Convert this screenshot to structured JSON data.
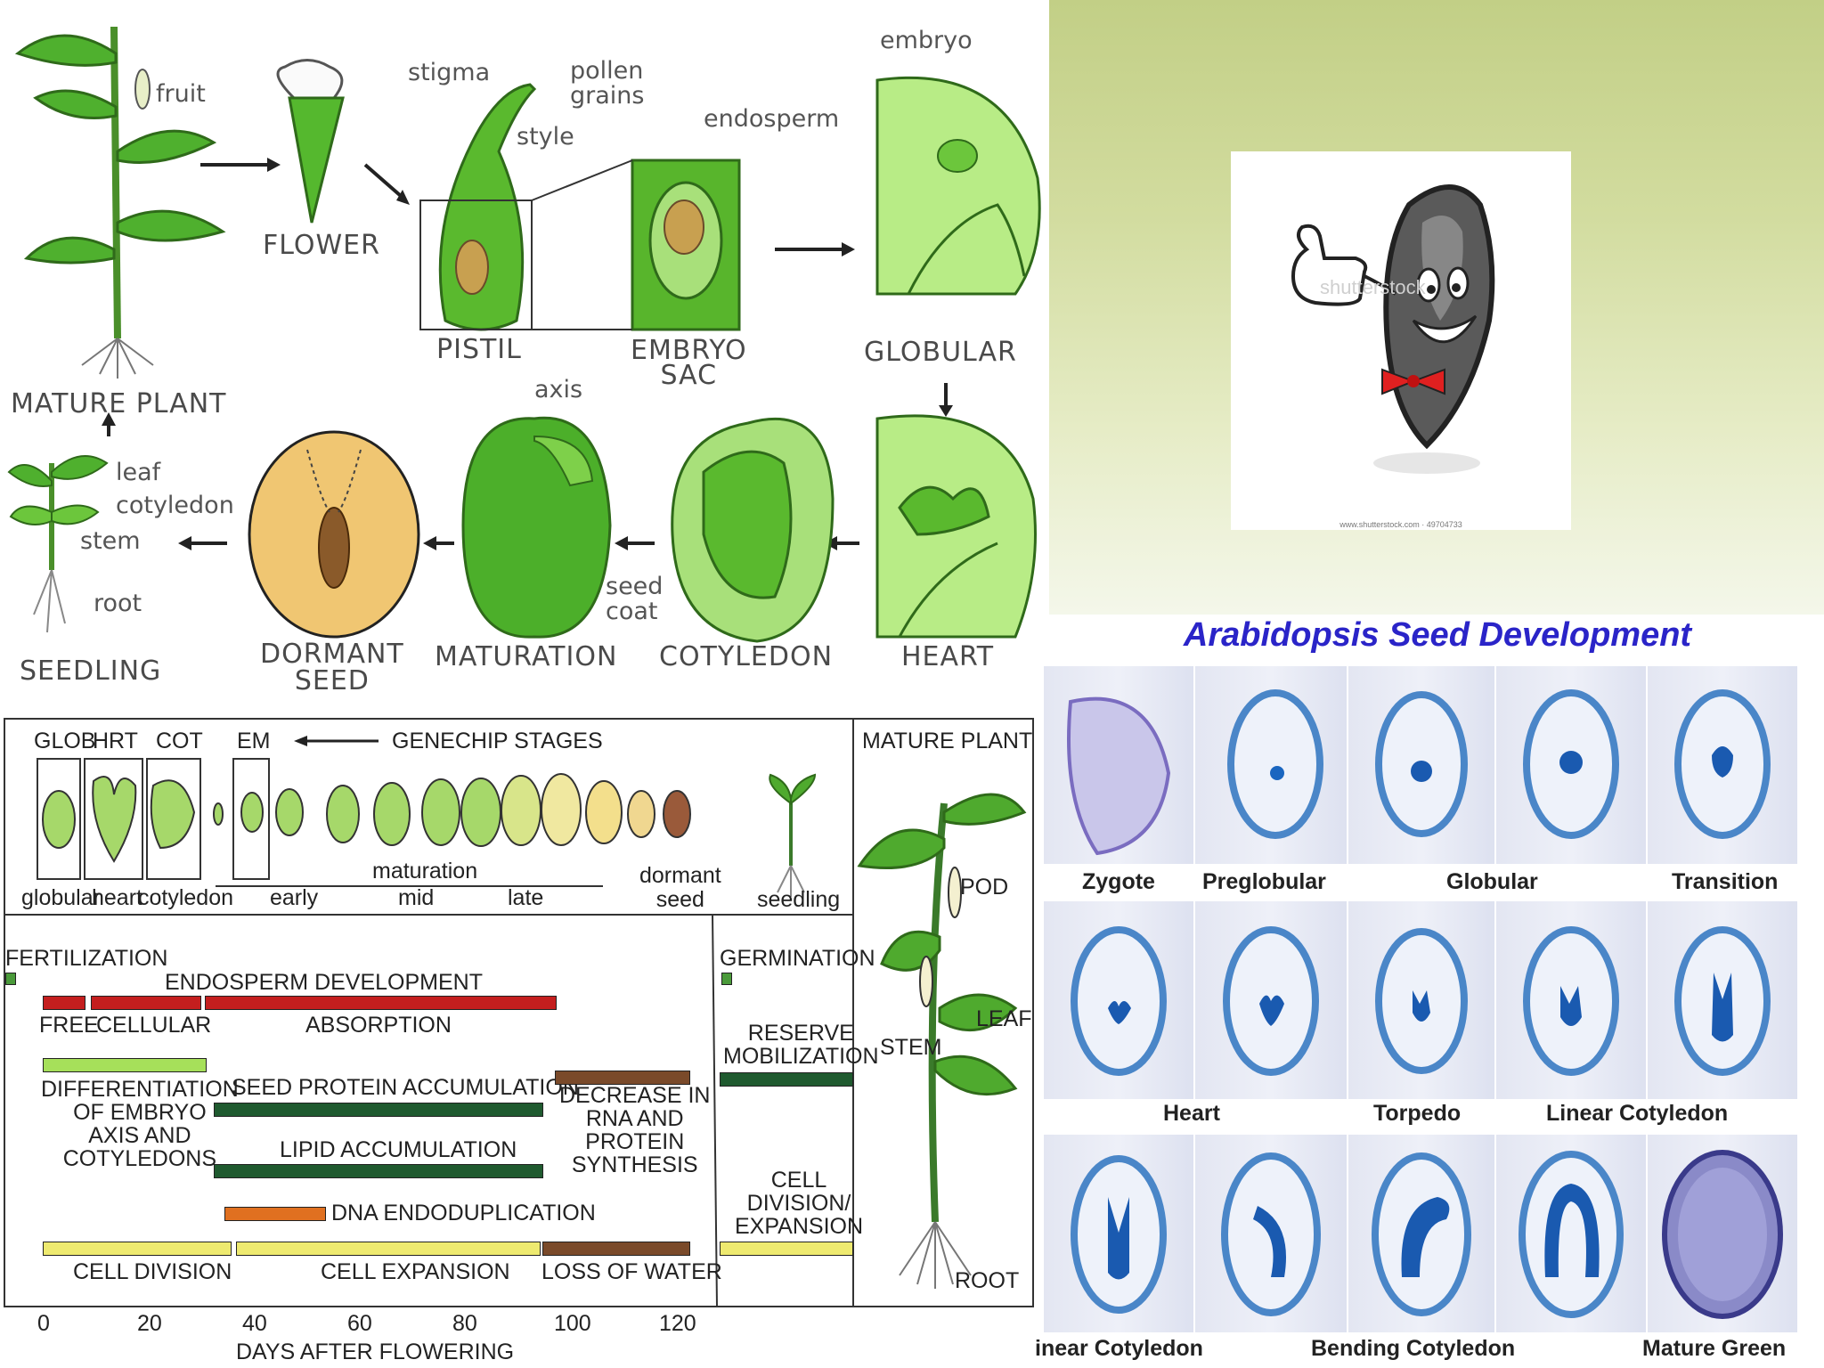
{
  "lifecycle": {
    "labels": {
      "fruit": "fruit",
      "flower": "FLOWER",
      "stigma": "stigma",
      "pollen": "pollen\ngrains",
      "style": "style",
      "pistil": "PISTIL",
      "embryo_sac": "EMBRYO\nSAC",
      "embryo": "embryo",
      "endosperm": "endosperm",
      "globular": "GLOBULAR",
      "mature_plant": "MATURE PLANT",
      "heart": "HEART",
      "cotyledon_stage": "COTYLEDON",
      "seed_coat": "seed\ncoat",
      "axis": "axis",
      "maturation": "MATURATION",
      "dormant_seed": "DORMANT\nSEED",
      "leaf": "leaf",
      "cotyledon": "cotyledon",
      "stem": "stem",
      "root": "root",
      "seedling": "SEEDLING"
    }
  },
  "timeline": {
    "header": {
      "glob": "GLOB",
      "hrt": "HRT",
      "cot": "COT",
      "em": "EM",
      "genechip": "GENECHIP STAGES",
      "maturation": "maturation",
      "globular": "globular",
      "heart": "heart",
      "cotyledon": "cotyledon",
      "early": "early",
      "mid": "mid",
      "late": "late",
      "dormant_seed": "dormant\nseed",
      "seedling": "seedling",
      "mature_plant": "MATURE PLANT"
    },
    "processes": {
      "fertilization": "FERTILIZATION",
      "endosperm_dev": "ENDOSPERM DEVELOPMENT",
      "free": "FREE",
      "cellular": "CELLULAR",
      "absorption": "ABSORPTION",
      "differentiation": "DIFFERENTIATION\nOF EMBRYO\nAXIS AND\nCOTYLEDONS",
      "seed_protein": "SEED PROTEIN ACCUMULATION",
      "decrease_rna": "DECREASE IN\nRNA AND\nPROTEIN\nSYNTHESIS",
      "lipid": "LIPID ACCUMULATION",
      "dna_endo": "DNA ENDODUPLICATION",
      "cell_division": "CELL DIVISION",
      "cell_expansion": "CELL EXPANSION",
      "loss_water": "LOSS OF WATER",
      "germination": "GERMINATION",
      "reserve_mob": "RESERVE\nMOBILIZATION",
      "cell_div_exp": "CELL\nDIVISION/\nEXPANSION",
      "stem": "STEM",
      "pod": "POD",
      "leaf": "LEAF",
      "root": "ROOT"
    },
    "axis": {
      "ticks": [
        "0",
        "20",
        "40",
        "60",
        "80",
        "100",
        "120"
      ],
      "xlabel": "DAYS AFTER FLOWERING"
    },
    "colors": {
      "red": "#c41e1e",
      "light_green": "#a6e05a",
      "dark_green": "#1f5a2f",
      "brown": "#7a4a2a",
      "orange": "#e07020",
      "yellow": "#eeea70"
    }
  },
  "arabidopsis": {
    "title": "Arabidopsis Seed Development",
    "row1": [
      "Zygote",
      "Preglobular",
      "Globular",
      "Transition"
    ],
    "row2": [
      "Heart",
      "Torpedo",
      "Linear Cotyledon"
    ],
    "row3": [
      "inear Cotyledon",
      "Bending Cotyledon",
      "Mature Green"
    ]
  },
  "mascot": {
    "watermark": "shutterstock",
    "caption": "www.shutterstock.com · 49704733"
  }
}
